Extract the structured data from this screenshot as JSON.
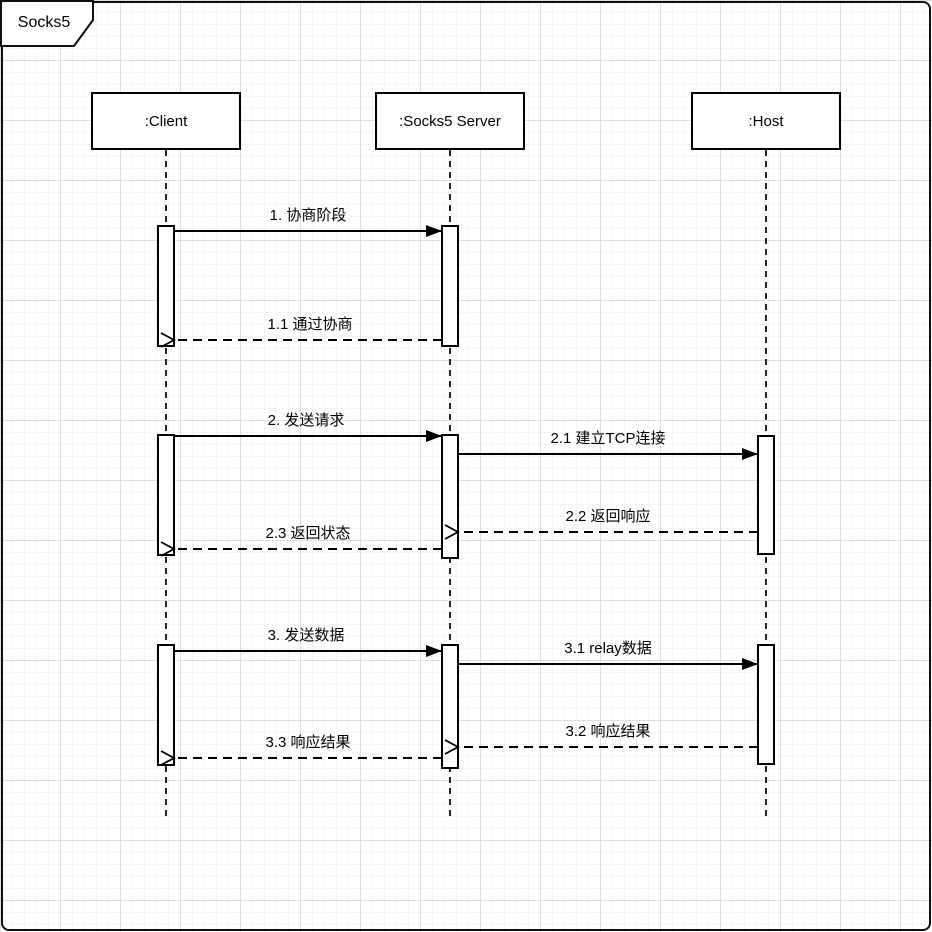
{
  "diagram": {
    "title": "Socks5",
    "kind": "uml-sequence-diagram"
  },
  "lifelines": [
    {
      "label": ":Client"
    },
    {
      "label": ":Socks5 Server"
    },
    {
      "label": ":Host"
    }
  ],
  "messages": [
    {
      "label": "1. 协商阶段",
      "from": ":Client",
      "to": ":Socks5 Server",
      "style": "solid"
    },
    {
      "label": "1.1 通过协商",
      "from": ":Socks5 Server",
      "to": ":Client",
      "style": "dashed"
    },
    {
      "label": "2. 发送请求",
      "from": ":Client",
      "to": ":Socks5 Server",
      "style": "solid"
    },
    {
      "label": "2.1 建立TCP连接",
      "from": ":Socks5 Server",
      "to": ":Host",
      "style": "solid"
    },
    {
      "label": "2.2 返回响应",
      "from": ":Host",
      "to": ":Socks5 Server",
      "style": "dashed"
    },
    {
      "label": "2.3 返回状态",
      "from": ":Socks5 Server",
      "to": ":Client",
      "style": "dashed"
    },
    {
      "label": "3. 发送数据",
      "from": ":Client",
      "to": ":Socks5 Server",
      "style": "solid"
    },
    {
      "label": "3.1 relay数据",
      "from": ":Socks5 Server",
      "to": ":Host",
      "style": "solid"
    },
    {
      "label": "3.2 响应结果",
      "from": ":Host",
      "to": ":Socks5 Server",
      "style": "dashed"
    },
    {
      "label": "3.3 响应结果",
      "from": ":Socks5 Server",
      "to": ":Client",
      "style": "dashed"
    }
  ],
  "colors": {
    "stroke": "#000000",
    "fill": "#ffffff",
    "grid_minor": "#f5f5f5",
    "grid_major": "#dfdfdf"
  }
}
